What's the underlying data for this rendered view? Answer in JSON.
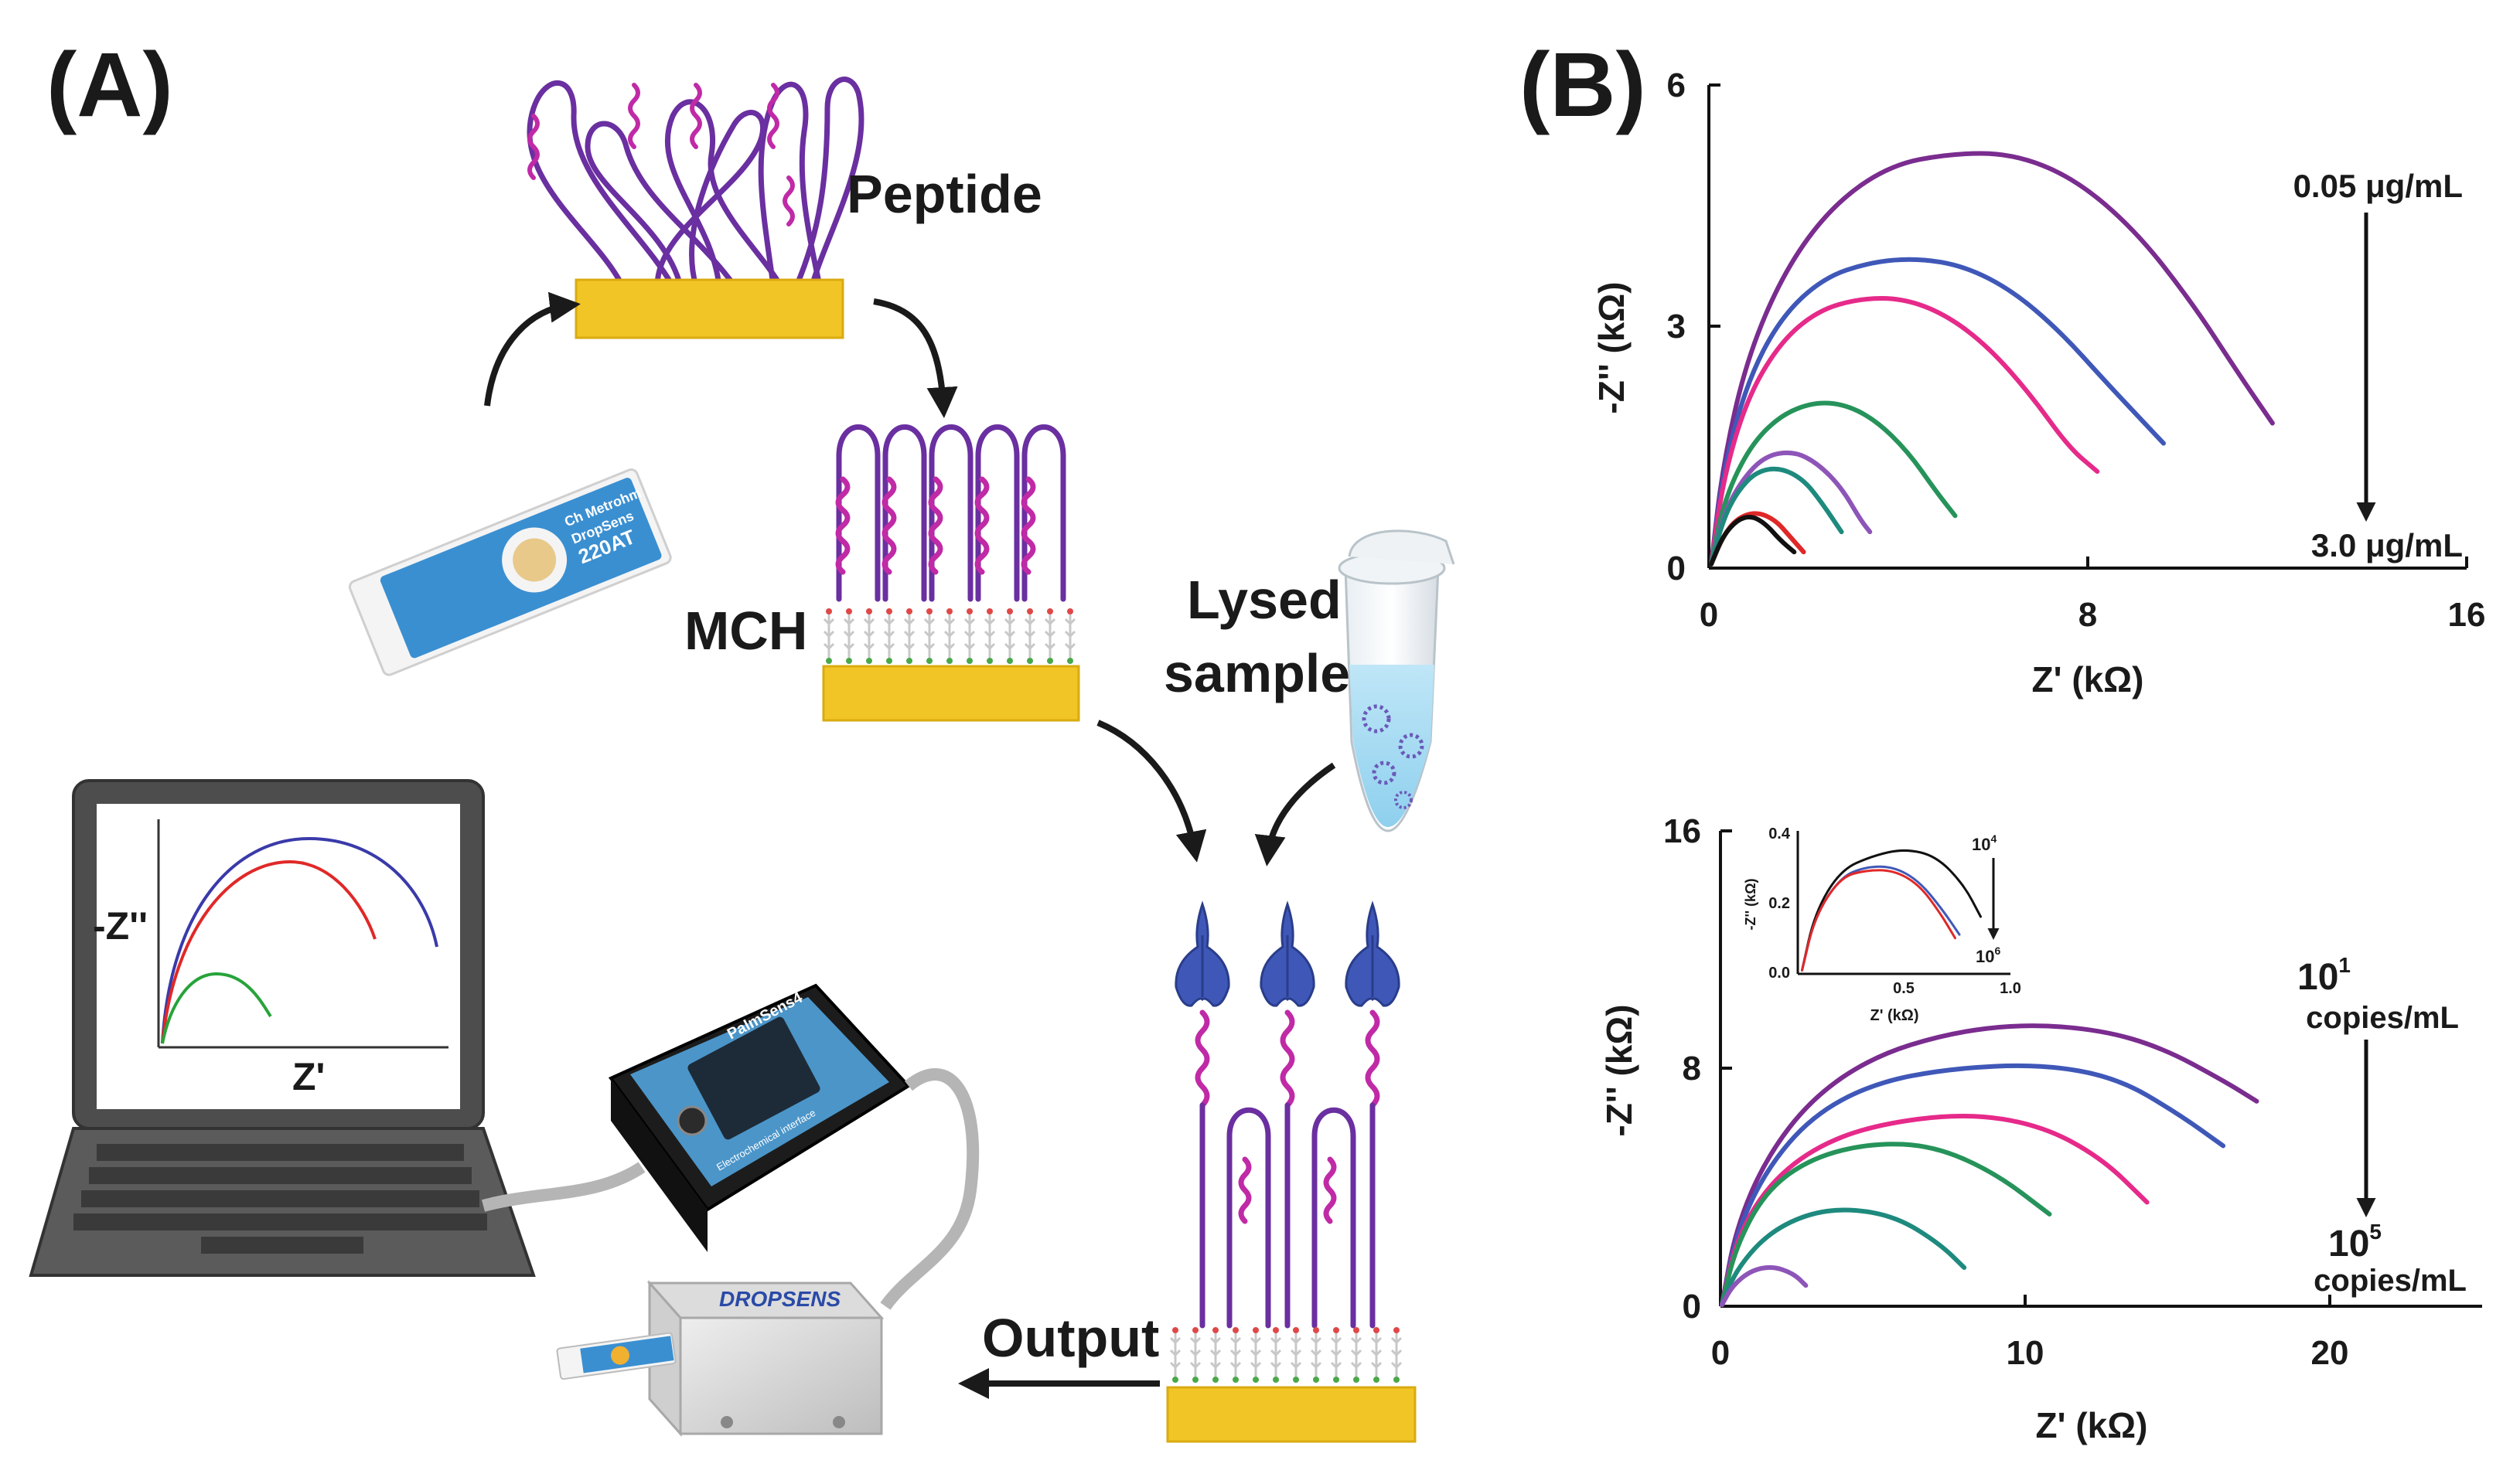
{
  "panel_a": {
    "label": "(A)",
    "peptide_label": "Peptide",
    "mch_label": "MCH",
    "lysed_sample_label_line1": "Lysed",
    "lysed_sample_label_line2": "sample",
    "output_label": "Output",
    "electrode_text_line1": "Ch Metrohm",
    "electrode_text_line2": "DropSens",
    "electrode_text_line3": "220AT",
    "potentiostat_brand": "PalmSens4",
    "potentiostat_caption": "Electrochemical interface",
    "reader_brand": "DROPSENS",
    "laptop_plot": {
      "ylabel": "-Z''",
      "xlabel": "Z'",
      "curve_colors": [
        "#3a3aaa",
        "#e02828",
        "#27a33a"
      ]
    },
    "colors": {
      "gold": "#f2c526",
      "gold_edge": "#d9ab10",
      "peptide_stem": "#6a2fa0",
      "peptide_coil": "#c02aa6",
      "antibody": "#3f58b8",
      "strip": "#3a8fd1"
    }
  },
  "chart_data": [
    {
      "type": "line",
      "panel_label": "(B)",
      "xlabel": "Z' (kΩ)",
      "ylabel": "-Z'' (kΩ)",
      "xlim": [
        0,
        16
      ],
      "ylim": [
        0,
        6
      ],
      "xticks": [
        "0",
        "8",
        "16"
      ],
      "yticks": [
        "0",
        "3",
        "6"
      ],
      "annotation_top": "0.05 μg/mL",
      "annotation_bottom": "3.0 μg/mL",
      "series": [
        {
          "color": "#7a2c8f",
          "x": [
            0.05,
            0.3,
            0.8,
            1.6,
            2.6,
            3.8,
            5.1,
            6.4,
            7.7,
            9.0,
            10.2,
            11.2,
            11.9
          ],
          "y": [
            0.05,
            1.3,
            2.6,
            3.7,
            4.5,
            5.0,
            5.15,
            5.15,
            4.85,
            4.2,
            3.3,
            2.4,
            1.8
          ]
        },
        {
          "color": "#3f58b8",
          "x": [
            0.05,
            0.3,
            0.8,
            1.5,
            2.4,
            3.4,
            4.4,
            5.4,
            6.4,
            7.4,
            8.4,
            9.2,
            9.6
          ],
          "y": [
            0.05,
            1.2,
            2.3,
            3.1,
            3.6,
            3.8,
            3.85,
            3.75,
            3.45,
            2.95,
            2.3,
            1.8,
            1.55
          ]
        },
        {
          "color": "#e62a8a",
          "x": [
            0.05,
            0.3,
            0.8,
            1.5,
            2.3,
            3.2,
            4.1,
            5.0,
            5.9,
            6.8,
            7.6,
            8.2
          ],
          "y": [
            0.05,
            1.1,
            2.1,
            2.8,
            3.2,
            3.35,
            3.35,
            3.15,
            2.75,
            2.15,
            1.5,
            1.2
          ]
        },
        {
          "color": "#26935a",
          "x": [
            0.05,
            0.3,
            0.8,
            1.4,
            2.1,
            2.8,
            3.5,
            4.2,
            4.8,
            5.2
          ],
          "y": [
            0.05,
            0.8,
            1.45,
            1.85,
            2.05,
            2.05,
            1.85,
            1.45,
            0.95,
            0.65
          ]
        },
        {
          "color": "#8e55b8",
          "x": [
            0.05,
            0.3,
            0.7,
            1.2,
            1.8,
            2.3,
            2.8,
            3.2,
            3.4
          ],
          "y": [
            0.05,
            0.65,
            1.1,
            1.4,
            1.45,
            1.3,
            1.0,
            0.6,
            0.45
          ]
        },
        {
          "color": "#1e8a7e",
          "x": [
            0.05,
            0.3,
            0.6,
            1.0,
            1.5,
            2.0,
            2.4,
            2.8
          ],
          "y": [
            0.05,
            0.6,
            0.95,
            1.2,
            1.25,
            1.1,
            0.8,
            0.45
          ]
        },
        {
          "color": "#e02828",
          "x": [
            0.05,
            0.3,
            0.6,
            1.0,
            1.4,
            1.7,
            2.0
          ],
          "y": [
            0.05,
            0.4,
            0.62,
            0.7,
            0.6,
            0.4,
            0.2
          ]
        },
        {
          "color": "#111111",
          "x": [
            0.05,
            0.3,
            0.6,
            0.9,
            1.2,
            1.5,
            1.8
          ],
          "y": [
            0.05,
            0.4,
            0.6,
            0.65,
            0.55,
            0.35,
            0.2
          ]
        }
      ]
    },
    {
      "type": "line",
      "xlabel": "Z' (kΩ)",
      "ylabel": "-Z'' (kΩ)",
      "xlim": [
        0,
        25
      ],
      "ylim": [
        0,
        16
      ],
      "xticks": [
        "0",
        "10",
        "20"
      ],
      "yticks": [
        "0",
        "8",
        "16"
      ],
      "annotation_top_main": "10",
      "annotation_top_exp": "1",
      "annotation_top_unit": "copies/mL",
      "annotation_bottom_main": "10",
      "annotation_bottom_exp": "5",
      "annotation_bottom_unit": "copies/mL",
      "series": [
        {
          "color": "#7a2c8f",
          "x": [
            0.05,
            0.5,
            1.5,
            3.0,
            5.0,
            7.5,
            10.0,
            12.5,
            14.5,
            16.5,
            17.6
          ],
          "y": [
            0.05,
            2.6,
            5.0,
            7.0,
            8.4,
            9.2,
            9.5,
            9.3,
            8.7,
            7.6,
            6.9
          ]
        },
        {
          "color": "#3f58b8",
          "x": [
            0.05,
            0.5,
            1.5,
            3.0,
            5.0,
            7.5,
            10.5,
            13.0,
            15.0,
            16.5
          ],
          "y": [
            0.05,
            2.4,
            4.6,
            6.4,
            7.5,
            8.0,
            8.15,
            7.7,
            6.5,
            5.4
          ]
        },
        {
          "color": "#e62a8a",
          "x": [
            0.05,
            0.5,
            1.5,
            3.0,
            5.0,
            8.0,
            10.5,
            12.5,
            14.0
          ],
          "y": [
            0.05,
            2.2,
            4.0,
            5.3,
            6.1,
            6.5,
            6.1,
            5.0,
            3.5
          ]
        },
        {
          "color": "#26935a",
          "x": [
            0.05,
            0.5,
            1.5,
            3.0,
            5.0,
            7.0,
            9.0,
            10.8
          ],
          "y": [
            0.05,
            2.0,
            3.9,
            5.0,
            5.5,
            5.4,
            4.5,
            3.1
          ]
        },
        {
          "color": "#1e8a7e",
          "x": [
            0.05,
            0.5,
            1.5,
            2.8,
            4.2,
            5.8,
            7.2,
            8.0
          ],
          "y": [
            0.05,
            1.2,
            2.4,
            3.1,
            3.3,
            3.0,
            2.1,
            1.3
          ]
        },
        {
          "color": "#8e55b8",
          "x": [
            0.05,
            0.4,
            1.0,
            1.7,
            2.4,
            2.8
          ],
          "y": [
            0.05,
            0.7,
            1.2,
            1.35,
            1.1,
            0.7
          ]
        }
      ],
      "inset": {
        "xlabel": "Z' (kΩ)",
        "ylabel": "-Z'' (kΩ)",
        "xlim": [
          0,
          1.0
        ],
        "ylim": [
          0,
          0.4
        ],
        "xticks": [
          "0.5",
          "1.0"
        ],
        "yticks": [
          "0.0",
          "0.2",
          "0.4"
        ],
        "annotation_top_main": "10",
        "annotation_top_exp": "4",
        "annotation_bottom_main": "10",
        "annotation_bottom_exp": "6",
        "series": [
          {
            "color": "#111111",
            "x": [
              0.02,
              0.08,
              0.2,
              0.35,
              0.5,
              0.65,
              0.78,
              0.86
            ],
            "y": [
              0.01,
              0.17,
              0.29,
              0.33,
              0.35,
              0.33,
              0.25,
              0.16
            ]
          },
          {
            "color": "#3f58b8",
            "x": [
              0.02,
              0.08,
              0.2,
              0.32,
              0.45,
              0.57,
              0.68,
              0.76
            ],
            "y": [
              0.01,
              0.16,
              0.27,
              0.3,
              0.3,
              0.26,
              0.18,
              0.11
            ]
          },
          {
            "color": "#e02828",
            "x": [
              0.02,
              0.08,
              0.2,
              0.32,
              0.45,
              0.57,
              0.67,
              0.74
            ],
            "y": [
              0.01,
              0.16,
              0.27,
              0.29,
              0.29,
              0.25,
              0.17,
              0.1
            ]
          }
        ]
      }
    }
  ]
}
